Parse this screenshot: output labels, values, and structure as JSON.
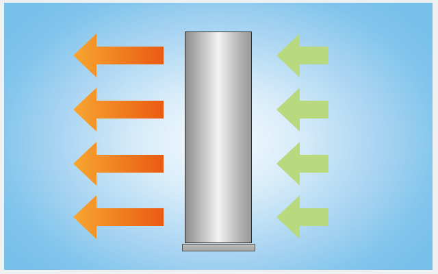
{
  "diagram": {
    "colors": {
      "background_outer": "#77c0ea",
      "background_center": "#f7fbfe",
      "outflow_arrow_head": "#f7a630",
      "outflow_arrow_tail": "#ea5a12",
      "inflow_arrow": "#b8d97e",
      "unit_body": "#c8c8c8",
      "unit_outline": "#2b2b2b"
    },
    "outflow_arrows": [
      {
        "icon": "left-arrow-orange"
      },
      {
        "icon": "left-arrow-orange"
      },
      {
        "icon": "left-arrow-orange"
      },
      {
        "icon": "left-arrow-orange"
      }
    ],
    "inflow_arrows": [
      {
        "icon": "left-arrow-green"
      },
      {
        "icon": "left-arrow-green"
      },
      {
        "icon": "left-arrow-green"
      },
      {
        "icon": "left-arrow-green"
      }
    ]
  }
}
